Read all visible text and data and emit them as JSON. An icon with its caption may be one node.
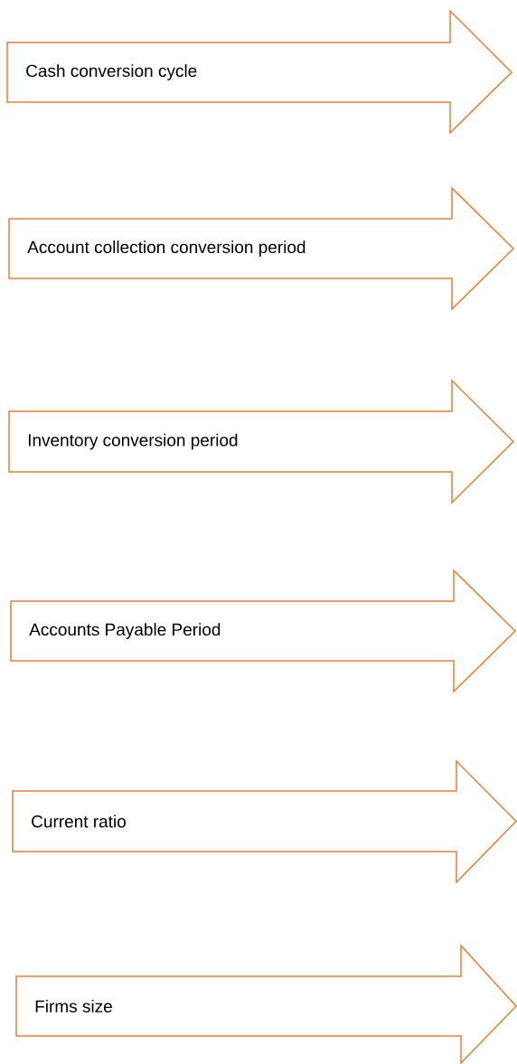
{
  "diagram": {
    "nodes": [
      {
        "text": [
          "Cash conversion cycle"
        ]
      },
      {
        "text": [
          "Account collection conversion period"
        ]
      },
      {
        "text": [
          "Inventory conversion period"
        ]
      },
      {
        "text": [
          "Accounts Payable Period"
        ]
      },
      {
        "text": [
          "Current ratio"
        ]
      },
      {
        "text": [
          "Firms size"
        ]
      }
    ]
  }
}
